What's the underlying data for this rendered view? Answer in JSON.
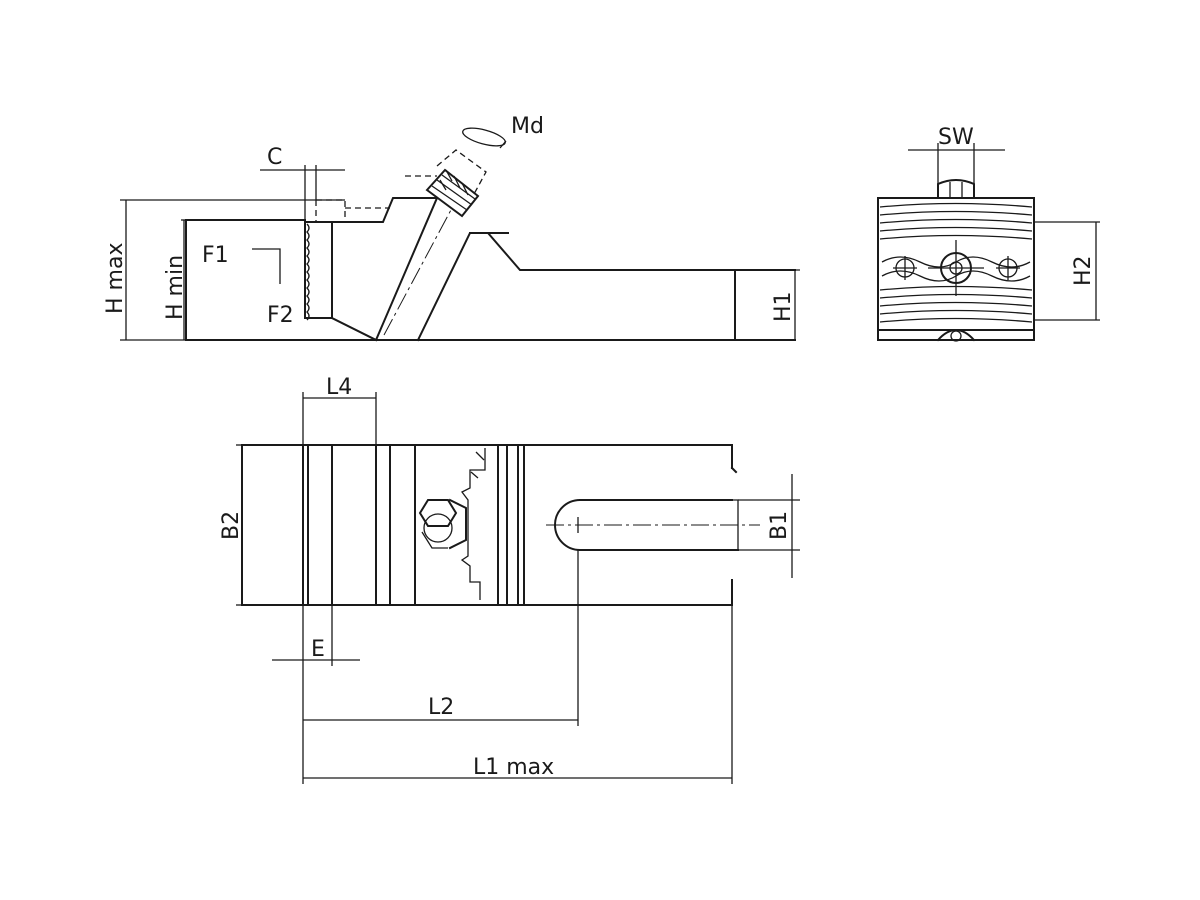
{
  "labels": {
    "md": "Md",
    "c": "C",
    "h_max": "H max",
    "h_min": "H min",
    "f1": "F1",
    "f2": "F2",
    "h1": "H1",
    "sw": "SW",
    "h2": "H2",
    "l4": "L4",
    "b2": "B2",
    "b1": "B1",
    "e": "E",
    "l2": "L2",
    "l1_max": "L1 max"
  }
}
